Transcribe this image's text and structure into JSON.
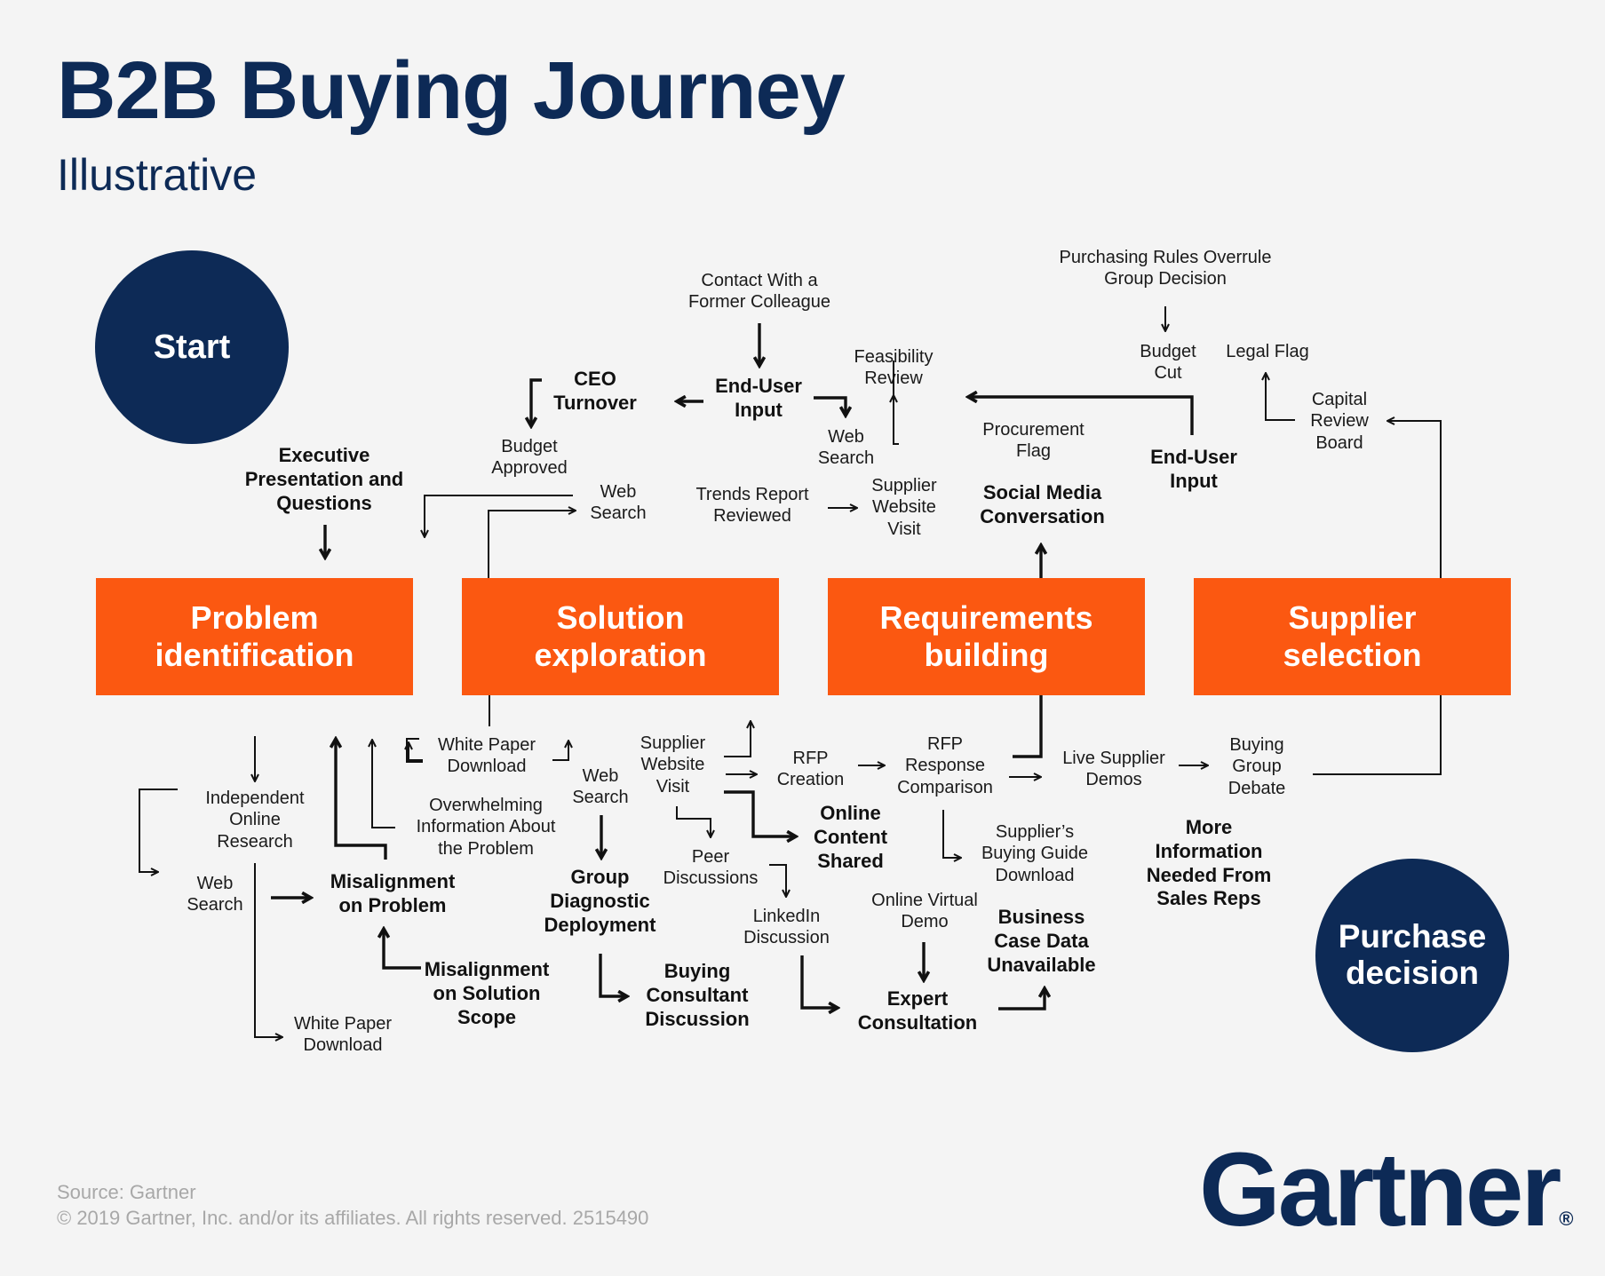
{
  "header": {
    "title": "B2B Buying Journey",
    "subtitle": "Illustrative"
  },
  "circles": {
    "start": "Start",
    "end": "Purchase decision"
  },
  "stages": [
    "Problem identification",
    "Solution exploration",
    "Requirements building",
    "Supplier selection"
  ],
  "top_labels": {
    "executive_presentation": "Executive Presentation and Questions",
    "ceo_turnover": "CEO Turnover",
    "budget_approved": "Budget Approved",
    "contact_colleague": "Contact With a Former Colleague",
    "end_user_input_1": "End-User Input",
    "feasibility_review": "Feasibility Review",
    "web_search_1": "Web Search",
    "web_search_2": "Web Search",
    "trends_report": "Trends Report Reviewed",
    "supplier_website_1": "Supplier Website Visit",
    "procurement_flag": "Procurement Flag",
    "social_media": "Social Media Conversation",
    "purchasing_rules": "Purchasing Rules Overrule Group Decision",
    "budget_cut": "Budget Cut",
    "legal_flag": "Legal Flag",
    "capital_review": "Capital Review Board",
    "end_user_input_2": "End-User Input"
  },
  "bottom_labels": {
    "independent_research": "Independent Online Research",
    "web_search_3": "Web Search",
    "white_paper_1": "White Paper Download",
    "misalignment_problem": "Misalignment on Problem",
    "misalignment_scope": "Misalignment on Solution Scope",
    "overwhelming_info": "Overwhelming Information About the Problem",
    "white_paper_2": "White Paper Download",
    "web_search_4": "Web Search",
    "group_diagnostic": "Group Diagnostic Deployment",
    "buying_consultant": "Buying Consultant Discussion",
    "supplier_website_2": "Supplier Website Visit",
    "peer_discussions": "Peer Discussions",
    "linkedin": "LinkedIn Discussion",
    "online_content": "Online Content Shared",
    "rfp_creation": "RFP Creation",
    "rfp_response": "RFP Response Comparison",
    "online_demo": "Online Virtual Demo",
    "expert_consultation": "Expert Consultation",
    "buying_guide": "Supplier’s Buying Guide Download",
    "business_case": "Business Case Data Unavailable",
    "live_demos": "Live Supplier Demos",
    "buying_group_debate": "Buying Group Debate",
    "more_info": "More Information Needed From Sales Reps"
  },
  "footer": {
    "source": "Source: Gartner",
    "copyright": "© 2019 Gartner, Inc. and/or its affiliates. All rights reserved. 2515490"
  },
  "logo": {
    "name": "Gartner",
    "reg": "®"
  },
  "colors": {
    "navy": "#0d2a56",
    "orange": "#fb5811",
    "background": "#f4f4f4"
  }
}
